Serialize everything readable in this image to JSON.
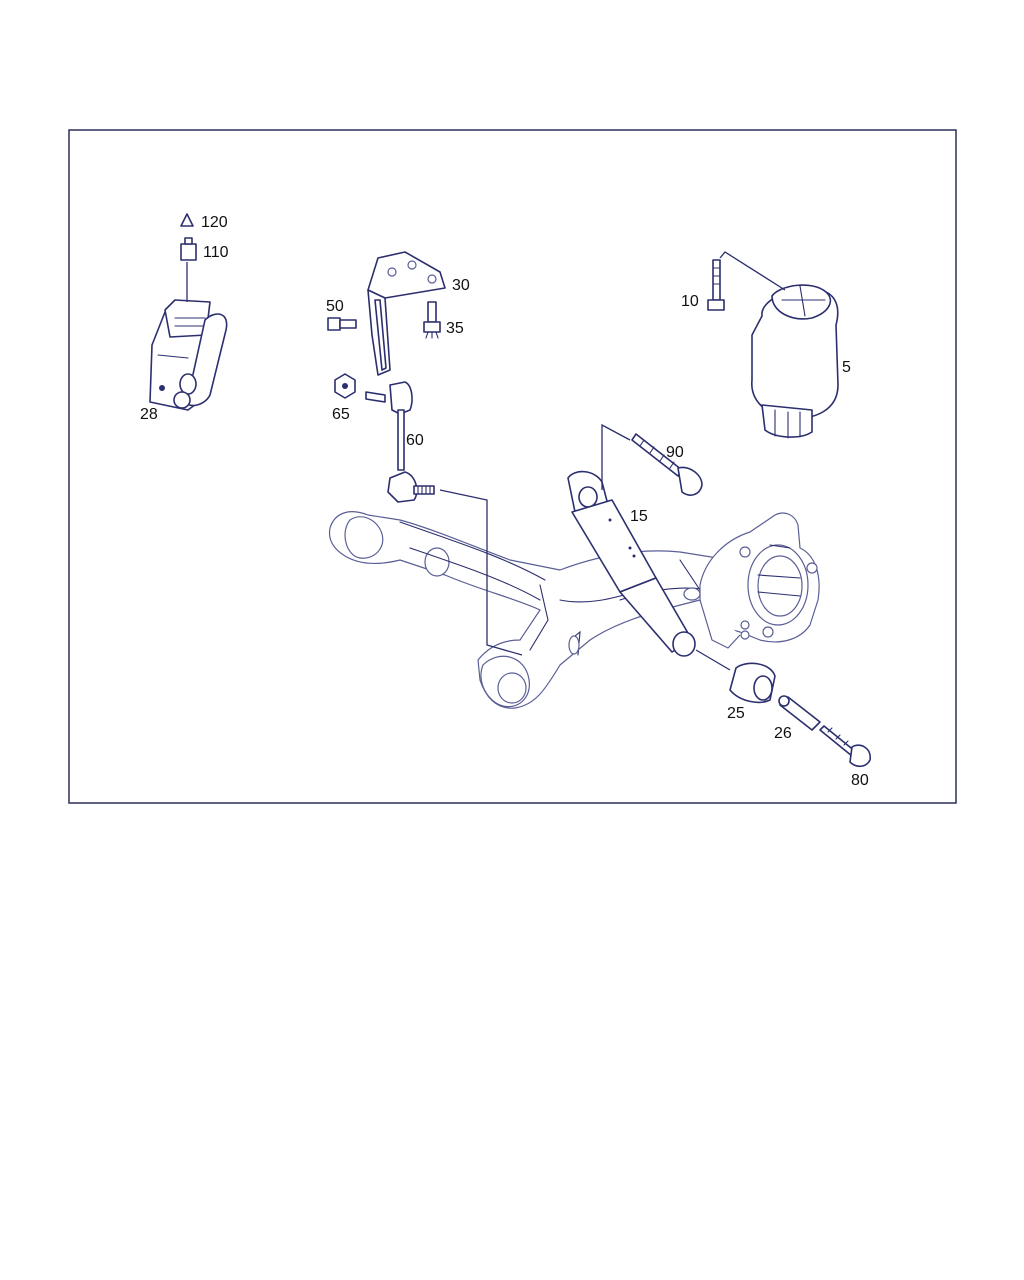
{
  "callouts": {
    "p5": "5",
    "p10": "10",
    "p15": "15",
    "p25": "25",
    "p26": "26",
    "p28": "28",
    "p30": "30",
    "p35": "35",
    "p50": "50",
    "p60": "60",
    "p65": "65",
    "p80": "80",
    "p90": "90",
    "p110": "110",
    "p120": "120"
  },
  "colors": {
    "line": "#2c2f6e",
    "frame": "#2a2f58",
    "text": "#111111",
    "background": "#ffffff"
  }
}
